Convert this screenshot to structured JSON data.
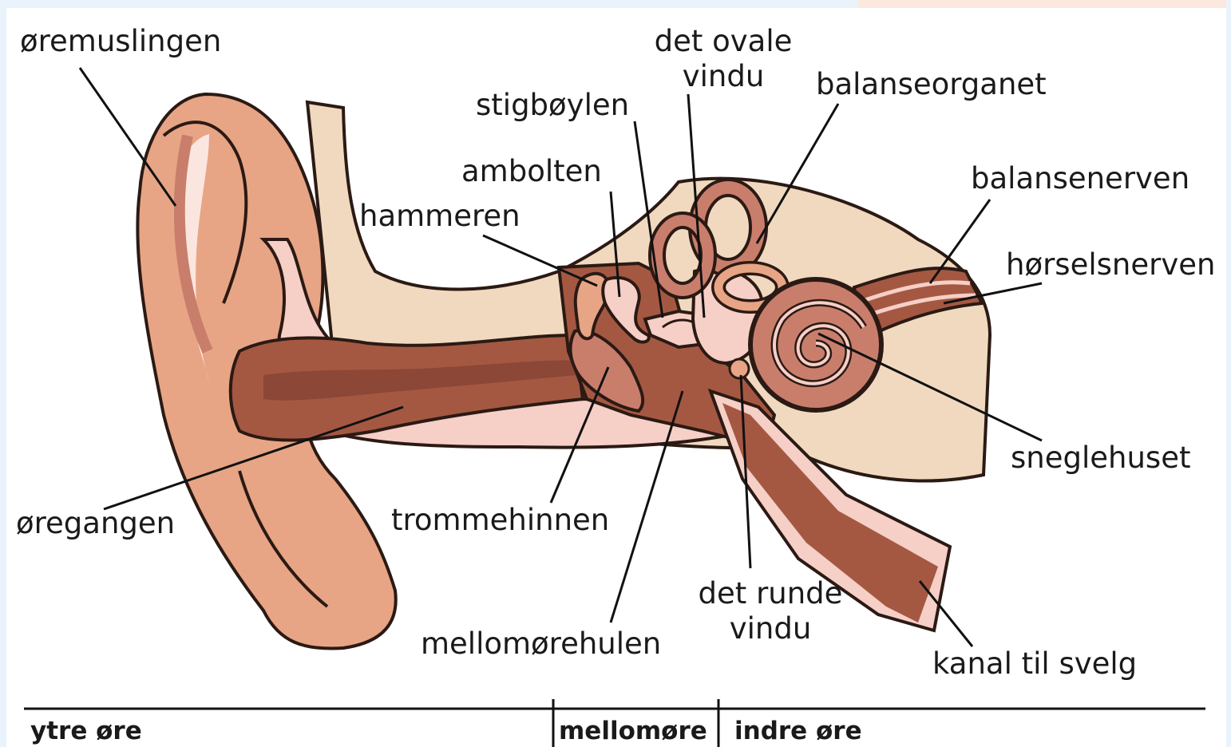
{
  "labels": {
    "oremuslingen": "øremuslingen",
    "oregangen": "øregangen",
    "hammeren": "hammeren",
    "ambolten": "ambolten",
    "stigboylen": "stigbøylen",
    "det_ovale_vindu_line1": "det ovale",
    "det_ovale_vindu_line2": "vindu",
    "balanseorganet": "balanseorganet",
    "balansenerven": "balansenerven",
    "horselsnerven": "hørselsnerven",
    "sneglehuset": "sneglehuset",
    "trommehinnen": "trommehinnen",
    "mellomorehulen": "mellomørehulen",
    "det_runde_vindu_line1": "det runde",
    "det_runde_vindu_line2": "vindu",
    "kanal_til_svelg": "kanal til svelg"
  },
  "sections": {
    "ytre": "ytre øre",
    "mellom": "mellomøre",
    "indre": "indre øre"
  },
  "colors": {
    "bone": "#f0d9bf",
    "skin_light": "#f6cfc7",
    "skin": "#e7a585",
    "canal_dark": "#a45842",
    "organ": "#c97e6c",
    "outline": "#2b1a14"
  }
}
